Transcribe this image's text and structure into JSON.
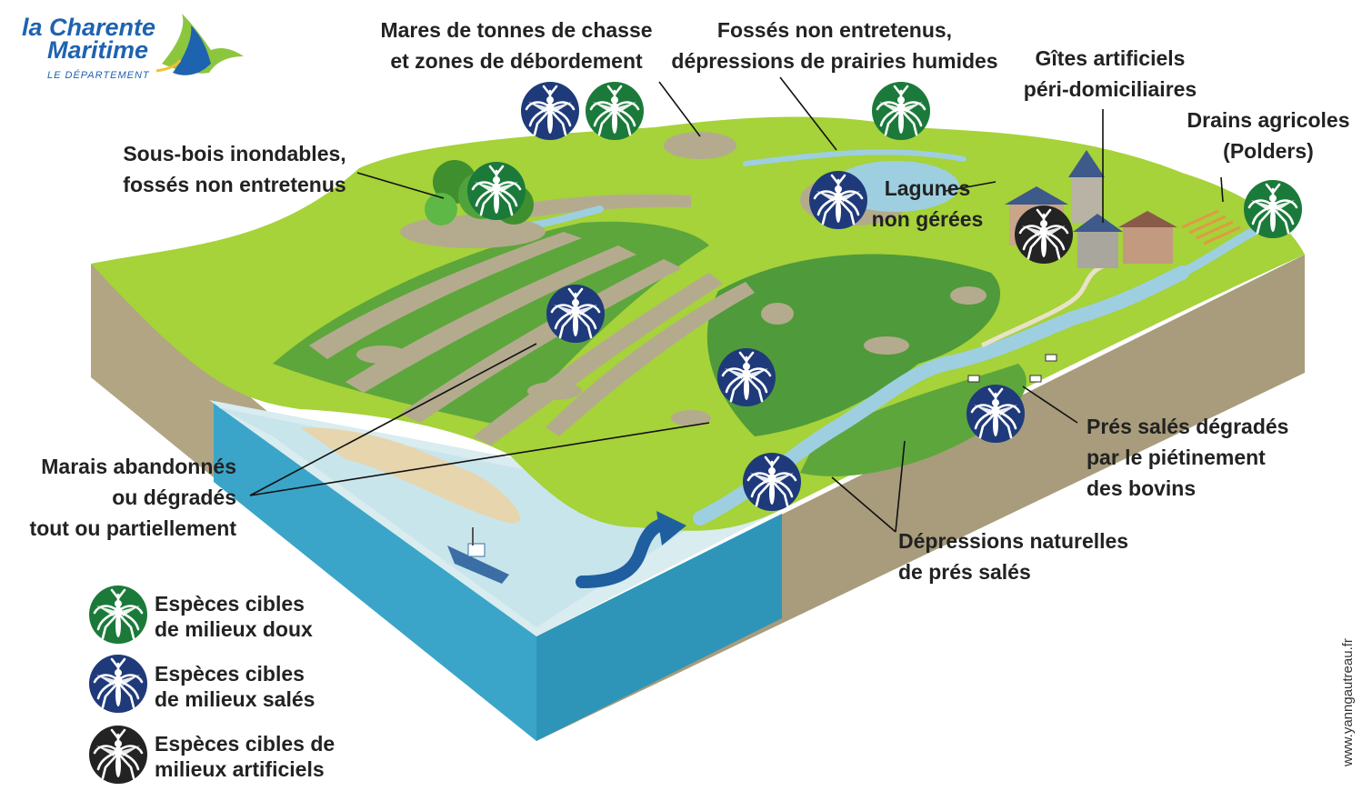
{
  "logo": {
    "line1": "la Charente",
    "line2": "Maritime",
    "subtitle": "LE DÉPARTEMENT"
  },
  "labels": {
    "mares": [
      "Mares de tonnes de chasse",
      "et zones de débordement"
    ],
    "fosses_prairies": [
      "Fossés non entretenus,",
      "dépressions de prairies humides"
    ],
    "gites": [
      "Gîtes artificiels",
      "péri-domiciliaires"
    ],
    "drains": [
      "Drains agricoles",
      "(Polders)"
    ],
    "sous_bois": [
      "Sous-bois inondables,",
      "fossés non entretenus"
    ],
    "lagunes": [
      "Lagunes",
      "non gérées"
    ],
    "marais": [
      "Marais abandonnés",
      "ou dégradés",
      "tout ou partiellement"
    ],
    "pres_degrades": [
      "Prés salés dégradés",
      "par le piétinement",
      "des bovins"
    ],
    "depressions": [
      "Dépressions naturelles",
      "de prés salés"
    ]
  },
  "legend": [
    {
      "line1": "Espèces cibles",
      "line2": "de milieux doux",
      "category": "doux"
    },
    {
      "line1": "Espèces cibles",
      "line2": "de milieux salés",
      "category": "sales"
    },
    {
      "line1": "Espèces cibles de",
      "line2": "milieux artificiels",
      "category": "artificiels"
    }
  ],
  "credit": "www.yanngautreau.fr",
  "colors": {
    "doux": "#1b7a3a",
    "sales": "#1f3a7a",
    "artificiels": "#232323",
    "grass_light": "#a6d23a",
    "grass_dark": "#4f9a3a",
    "mud": "#b4ab8e",
    "water": "#9dcfe0",
    "sea_side": "#3aa5c8",
    "soil_side": "#b1a584",
    "logo_blue": "#1e63b0"
  },
  "icons": {
    "mosquito": "mosquito-icon",
    "arrow": "current-arrow-icon",
    "boat": "boat-icon",
    "bird": "bird-logo-icon"
  }
}
